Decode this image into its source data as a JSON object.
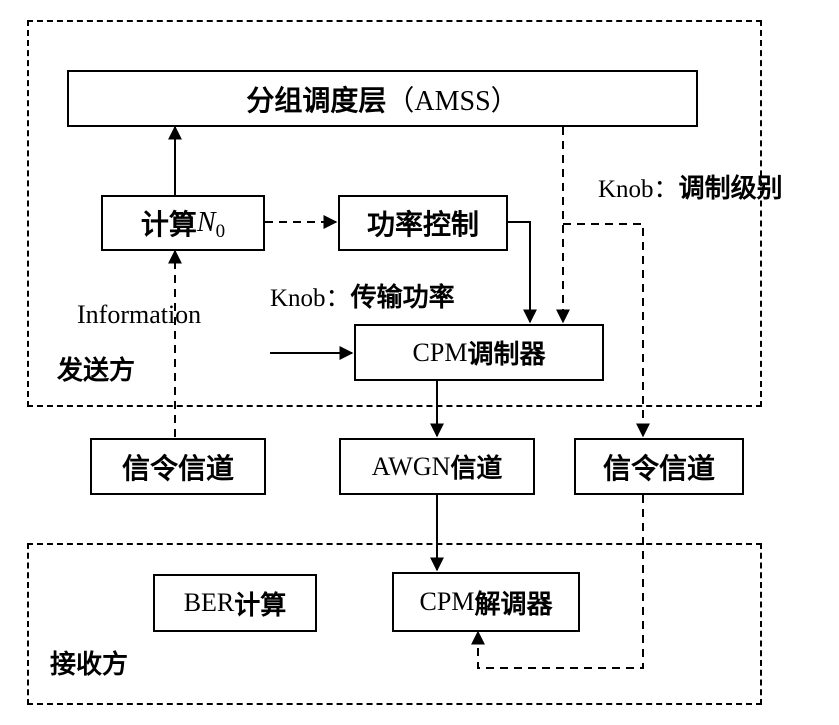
{
  "regions": {
    "sender_label": "发送方",
    "receiver_label": "接收方"
  },
  "boxes": {
    "amss": {
      "cjk": "分组调度层",
      "latin": "（AMSS）"
    },
    "compute_n0": {
      "cjk": "计算",
      "italic": "N",
      "sub": "0"
    },
    "power_control": {
      "cjk": "功率控制"
    },
    "cpm_modulator": {
      "latin": "CPM",
      "cjk": "调制器"
    },
    "signaling_channel_left": {
      "cjk": "信令信道"
    },
    "awgn_channel": {
      "latin": "AWGN",
      "cjk": "信道"
    },
    "signaling_channel_right": {
      "cjk": "信令信道"
    },
    "ber_compute": {
      "latin": "BER",
      "cjk": "计算"
    },
    "cpm_demodulator": {
      "latin": "CPM",
      "cjk": "解调器"
    }
  },
  "labels": {
    "knob_modulation": {
      "latin": "Knob：",
      "cjk": "调制级别"
    },
    "knob_power": {
      "latin": "Knob：",
      "cjk": "传输功率"
    },
    "information": "Information"
  }
}
